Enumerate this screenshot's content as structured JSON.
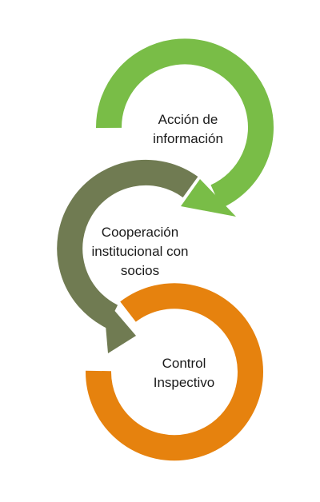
{
  "diagram": {
    "steps": [
      {
        "lines": [
          "Acción de",
          "información"
        ],
        "color": "#79bd47"
      },
      {
        "lines": [
          "Cooperación",
          "institucional con",
          "socios"
        ],
        "color": "#707b52"
      },
      {
        "lines": [
          "Control",
          "Inspectivo"
        ],
        "color": "#e6820e"
      }
    ]
  }
}
